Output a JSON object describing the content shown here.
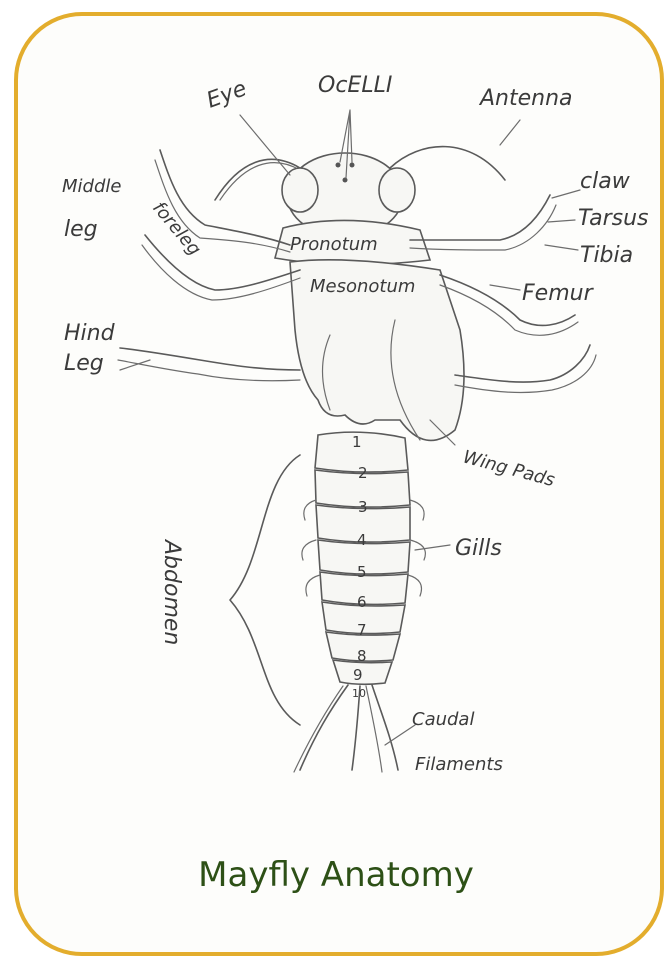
{
  "title": "Mayfly Anatomy",
  "labels": {
    "eye": "Eye",
    "ocelli": "OcELLI",
    "antenna": "Antenna",
    "claw": "claw",
    "tarsus": "Tarsus",
    "tibia": "Tibia",
    "femur": "Femur",
    "middle_leg_1": "Middle",
    "middle_leg_2": "leg",
    "foreleg": "foreleg",
    "pronotum": "Pronotum",
    "mesonotum": "Mesonotum",
    "hind_leg_1": "Hind",
    "hind_leg_2": "Leg",
    "wing_pads": "Wing Pads",
    "gills": "Gills",
    "abdomen": "Abdomen",
    "caudal_1": "Caudal",
    "caudal_2": "Filaments"
  },
  "segments": [
    "1",
    "2",
    "3",
    "4",
    "5",
    "6",
    "7",
    "8",
    "9",
    "10"
  ],
  "colors": {
    "border": "#e3ad2d",
    "title": "#2d5016",
    "pencil": "#5a5a5a"
  }
}
